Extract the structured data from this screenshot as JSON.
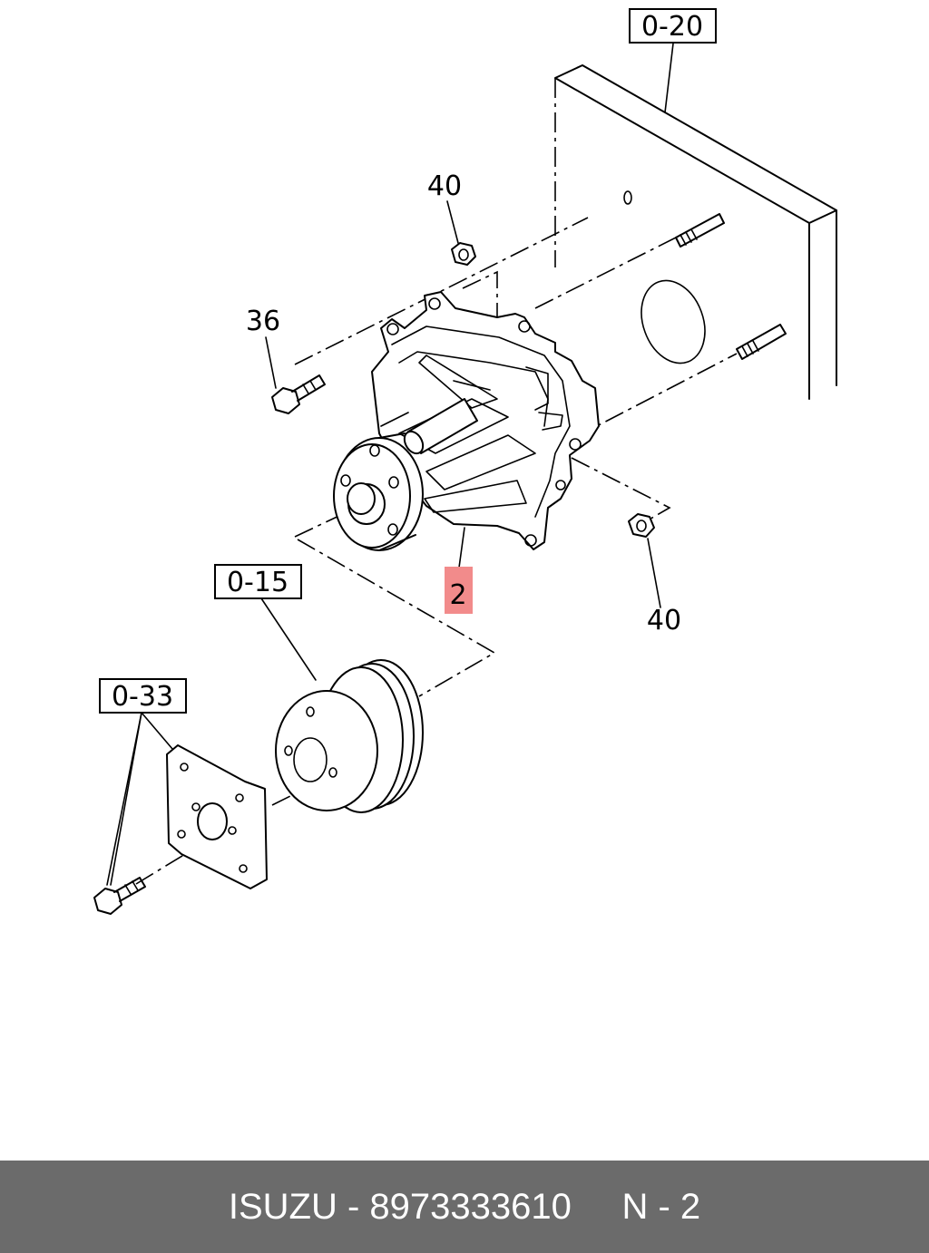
{
  "labels": {
    "ref_engine_block": "0-20",
    "ref_pulley": "0-15",
    "ref_fan_coupling": "0-33",
    "part_bolt": "36",
    "part_nut_top": "40",
    "part_nut_bottom": "40",
    "part_water_pump": "2"
  },
  "highlight_color": "#f28b8b",
  "footer": {
    "brand": "ISUZU",
    "separator": " - ",
    "part_number": "8973333610",
    "gap": "     ",
    "position": "N - 2"
  }
}
